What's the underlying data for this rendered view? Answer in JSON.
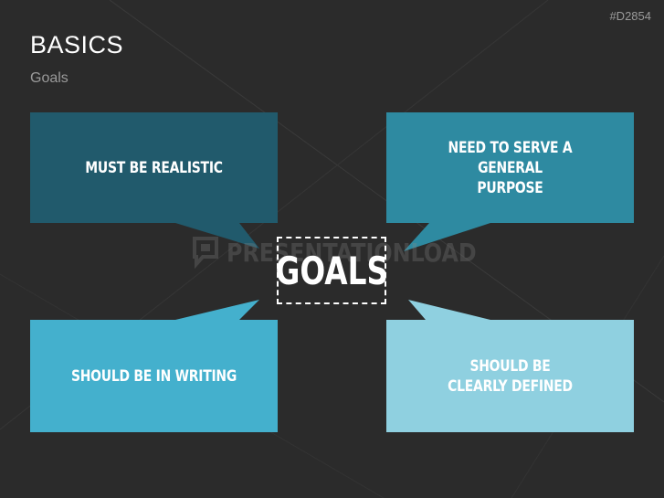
{
  "slide": {
    "code": "#D2854",
    "title": "BASICS",
    "subtitle": "Goals"
  },
  "watermark": {
    "text": "PRESENTATIONLOAD"
  },
  "center": {
    "label": "GOALS"
  },
  "bubbles": [
    {
      "label": "MUST BE REALISTIC",
      "color": "#215a6c",
      "position": "top-left"
    },
    {
      "label": "NEED TO SERVE A GENERAL PURPOSE",
      "color": "#2e8aa1",
      "position": "top-right"
    },
    {
      "label": "SHOULD BE IN WRITING",
      "color": "#44b0cd",
      "position": "bottom-left"
    },
    {
      "label": "SHOULD BE CLEARLY DEFINED",
      "color": "#8fd0e0",
      "position": "bottom-right"
    }
  ],
  "colors": {
    "background": "#2b2b2b",
    "title": "#ffffff",
    "muted": "#9a9a9a"
  }
}
